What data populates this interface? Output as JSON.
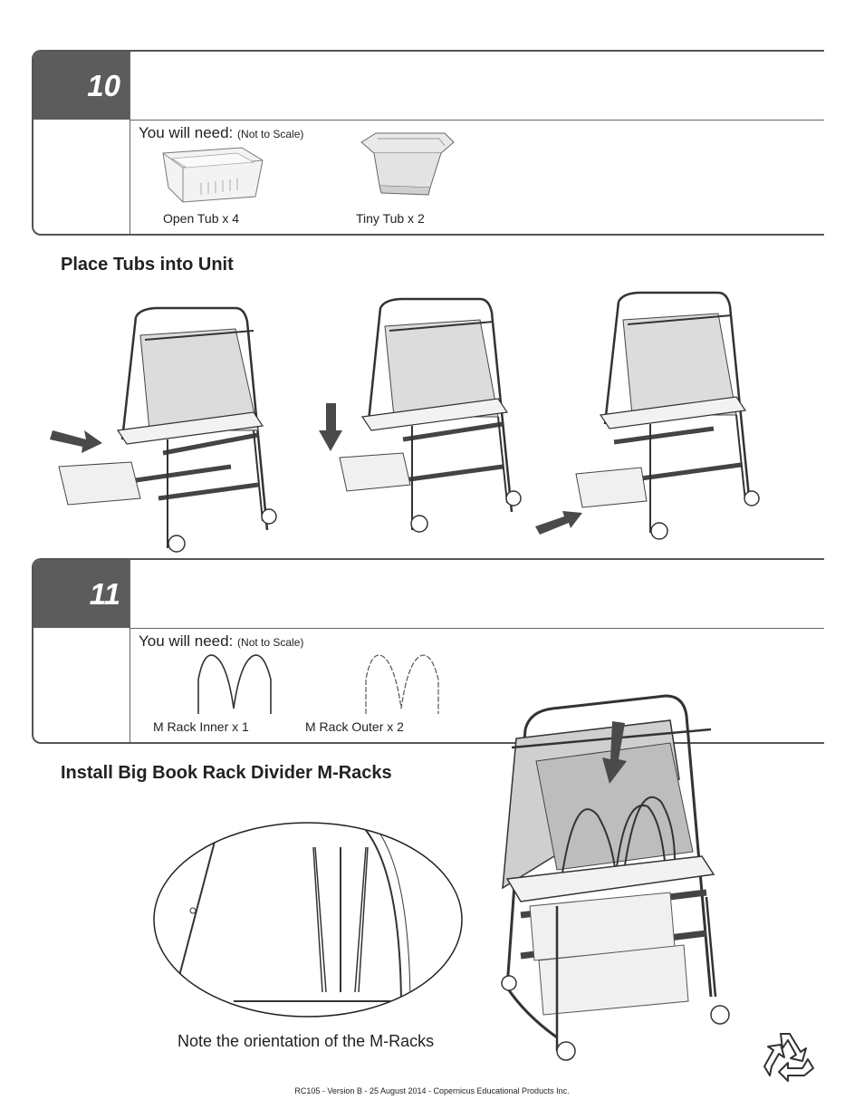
{
  "step10": {
    "number": "10",
    "need_label": "You will need:",
    "need_note": "(Not to Scale)",
    "items": [
      {
        "name": "Open Tub x 4"
      },
      {
        "name": "Tiny Tub x 2"
      }
    ],
    "heading": "Place Tubs into Unit"
  },
  "step11": {
    "number": "11",
    "need_label": "You will need:",
    "need_note": "(Not to Scale)",
    "items": [
      {
        "name": "M Rack Inner x 1"
      },
      {
        "name": "M Rack Outer x 2"
      }
    ],
    "heading": "Install Big Book Rack Divider M-Racks",
    "note": "Note the orientation of the M-Racks"
  },
  "footer": "RC105 - Version B - 25 August 2014 - Copernicus Educational Products Inc.",
  "colors": {
    "step_header": "#5c5c5c",
    "border": "#555555",
    "arrow": "#4a4a4a",
    "board": "#d8d8d8"
  },
  "icons": [
    "open-tub-icon",
    "tiny-tub-icon",
    "m-rack-inner-icon",
    "m-rack-outer-icon",
    "recycle-icon",
    "arrow-icon"
  ]
}
